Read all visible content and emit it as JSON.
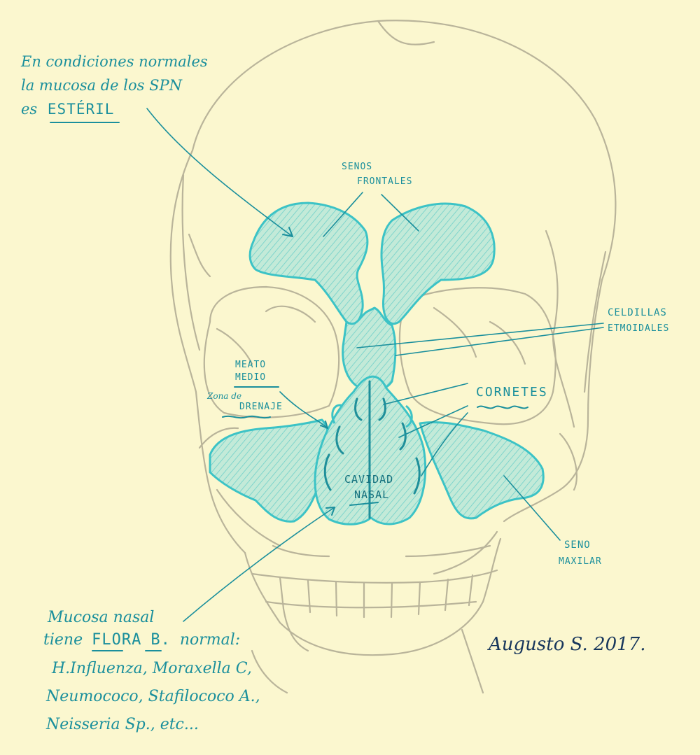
{
  "note_top": {
    "line1": "En condiciones normales",
    "line2": "la mucosa de los SPN",
    "line3_prefix": "es",
    "line3_emph": "ESTÉRIL"
  },
  "labels": {
    "senos_frontales_1": "SENOS",
    "senos_frontales_2": "FRONTALES",
    "celdillas_1": "CELDILLAS",
    "celdillas_2": "ETMOIDALES",
    "meato_1": "MEATO",
    "meato_2": "MEDIO",
    "zona_1": "Zona de",
    "zona_2": "DRENAJE",
    "cornetes": "CORNETES",
    "cavidad_1": "CAVIDAD",
    "cavidad_2": "NASAL",
    "seno_max_1": "SENO",
    "seno_max_2": "MAXILAR"
  },
  "note_bottom": {
    "line1": "Mucosa nasal",
    "line2_prefix": "tiene",
    "line2_emph1": "FLORA",
    "line2_emph2": "B.",
    "line2_suffix": "normal:",
    "line3": "H.Influenza, Moraxella C,",
    "line4": "Neumococo, Stafilococo A.,",
    "line5": "Neisseria Sp., etc..."
  },
  "signature": "Augusto S. 2017.",
  "colors": {
    "background": "#fbf7cf",
    "pencil": "#b9b49a",
    "teal": "#3cc3c6",
    "teal_fill": "#bfe8d8",
    "ink": "#1a8f9c",
    "signature": "#17365c"
  }
}
